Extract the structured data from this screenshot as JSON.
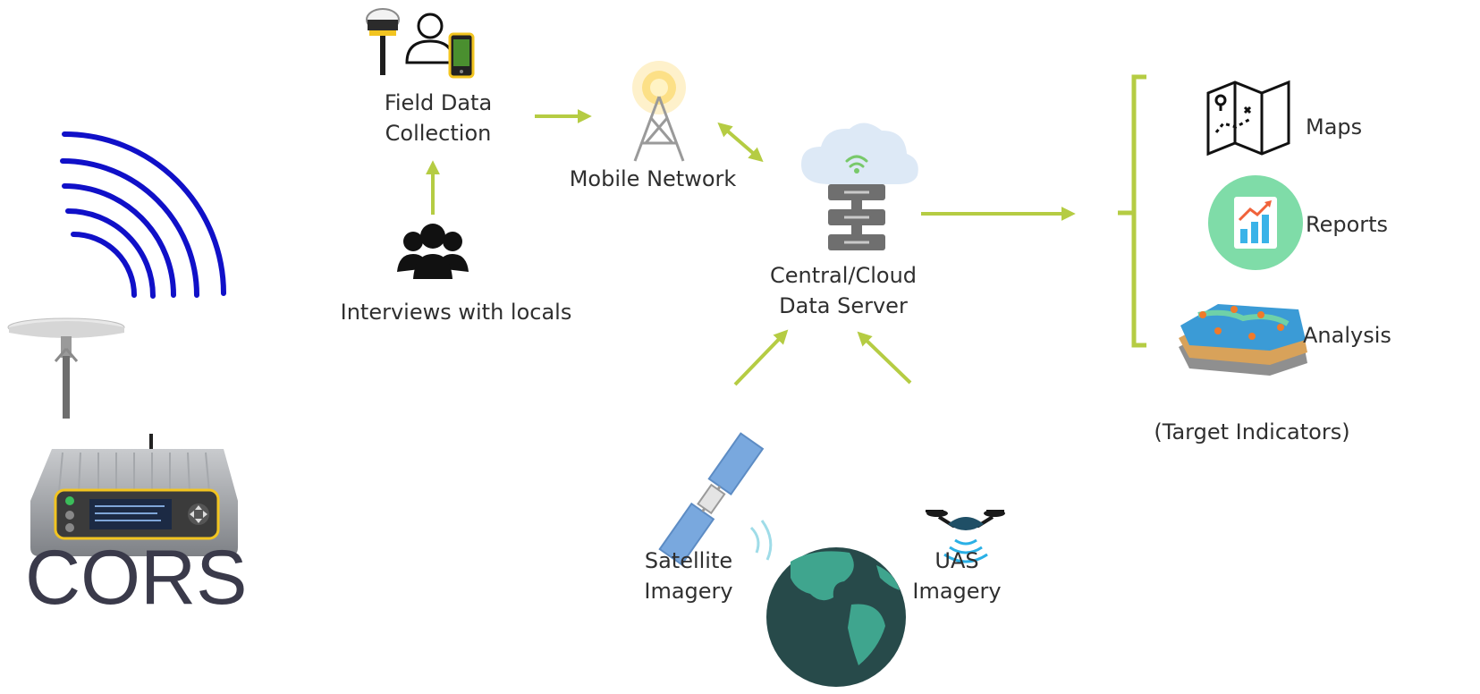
{
  "labels": {
    "field_data": [
      "Field Data",
      "Collection"
    ],
    "interviews": "Interviews with locals",
    "mobile_network": "Mobile Network",
    "server": [
      "Central/Cloud",
      "Data Server"
    ],
    "satellite": [
      "Satellite",
      "Imagery"
    ],
    "uas": [
      "UAS",
      "Imagery"
    ],
    "maps": "Maps",
    "reports": "Reports",
    "analysis": "Analysis",
    "target": "(Target Indicators)",
    "cors": "CORS"
  },
  "colors": {
    "arrow": "#b5cc43",
    "signal_arcs": "#1010c8",
    "globe_ocean": "#274a4a",
    "globe_land": "#3fa58e",
    "server": "#6f6f6f",
    "cloud": "#dde9f6",
    "tower_glow": "#fbd86a",
    "reports_circle": "#7fdca8",
    "panel_yellow": "#f2c420"
  },
  "icons": [
    "cors-signal-icon",
    "gnss-antenna-icon",
    "cors-receiver-icon",
    "gnss-rover-icon",
    "person-icon",
    "phone-icon",
    "people-group-icon",
    "cell-tower-icon",
    "cloud-server-icon",
    "satellite-icon",
    "globe-icon",
    "drone-icon",
    "map-icon",
    "reports-icon",
    "terrain-map-icon"
  ]
}
